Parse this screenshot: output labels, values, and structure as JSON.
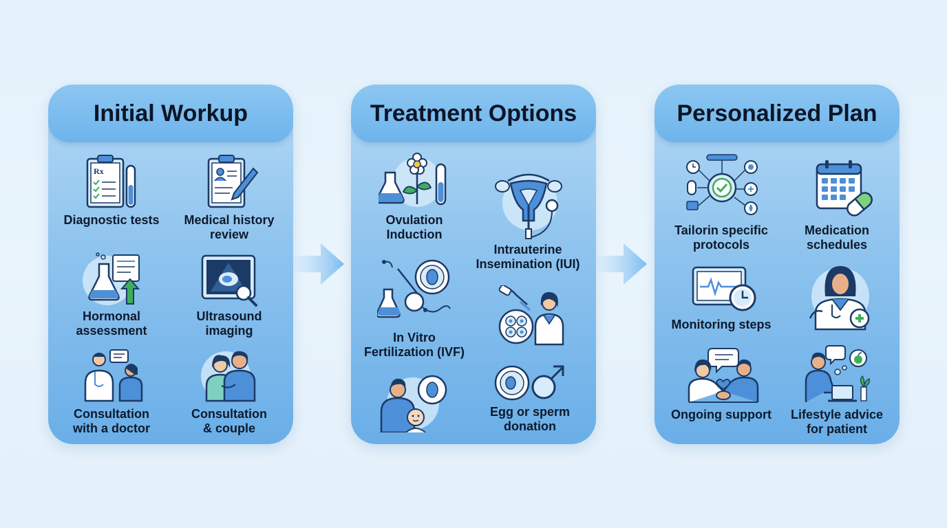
{
  "columns": [
    {
      "title": "Initial Workup",
      "items": [
        {
          "lines": [
            "Diagnostic tests"
          ],
          "icon": "clipboard-testtube-icon"
        },
        {
          "lines": [
            "Medical history",
            "review"
          ],
          "icon": "patient-record-icon"
        },
        {
          "lines": [
            "Hormonal",
            "assessment"
          ],
          "icon": "flask-chart-icon"
        },
        {
          "lines": [
            "Ultrasound",
            "imaging"
          ],
          "icon": "ultrasound-monitor-icon"
        },
        {
          "lines": [
            "Consultation",
            "with a doctor"
          ],
          "icon": "doctor-patient-icon"
        },
        {
          "lines": [
            "Consultation",
            "& couple"
          ],
          "icon": "couple-icon"
        }
      ]
    },
    {
      "title": "Treatment Options",
      "items": [
        {
          "lines": [
            "Ovulation",
            "Induction"
          ],
          "icon": "flask-flower-icon"
        },
        {
          "lines": [
            "Intrauterine",
            "Insemination (IUI)"
          ],
          "icon": "uterus-icon"
        },
        {
          "lines": [
            "In Vitro",
            "Fertilization (IVF)"
          ],
          "icon": "ivf-lab-icon"
        },
        {
          "lines": [],
          "icon": "embryologist-icon"
        },
        {
          "lines": [],
          "icon": "parent-baby-icon"
        },
        {
          "lines": [
            "Egg or sperm",
            "donation"
          ],
          "icon": "egg-sperm-icon"
        }
      ]
    },
    {
      "title": "Personalized Plan",
      "items": [
        {
          "lines": [
            "Tailorin specific",
            "protocols"
          ],
          "icon": "protocol-hub-icon"
        },
        {
          "lines": [
            "Medication",
            "schedules"
          ],
          "icon": "calendar-pill-icon"
        },
        {
          "lines": [
            "Monitoring steps"
          ],
          "icon": "monitor-clock-icon"
        },
        {
          "lines": [],
          "icon": "doctor-cross-icon"
        },
        {
          "lines": [
            "Ongoing support"
          ],
          "icon": "support-handshake-icon"
        },
        {
          "lines": [
            "Lifestyle advice",
            "for  patient"
          ],
          "icon": "lifestyle-laptop-icon"
        }
      ]
    }
  ],
  "connectors": [
    "arrow-right-icon",
    "arrow-right-icon"
  ],
  "colors": {
    "icon_stroke": "#1b3a66",
    "icon_blue": "#4d8fd8",
    "icon_light": "#d7ebfa",
    "accent_green": "#3fae5b",
    "panel_top": "#b4d9f5",
    "panel_bottom": "#6aaee8"
  }
}
